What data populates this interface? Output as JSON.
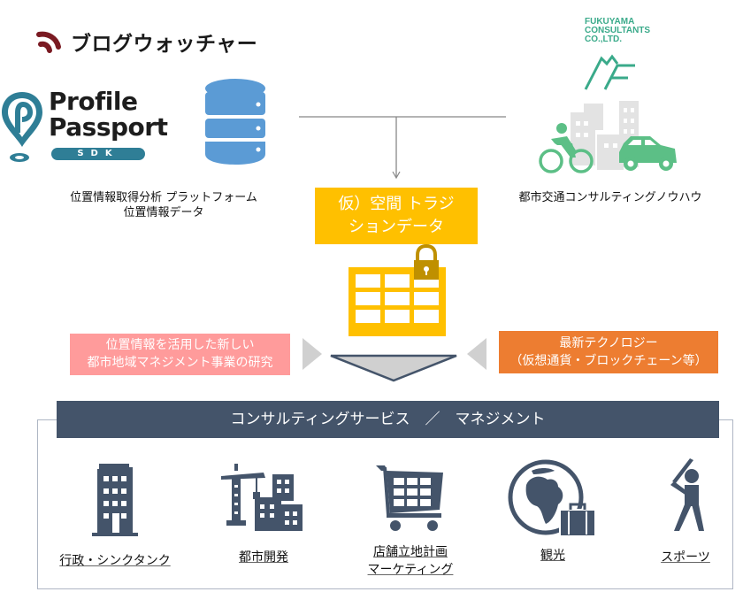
{
  "logos": {
    "blogwatcher": {
      "name": "ブログウォッチャー",
      "icon": "signal-waves-icon",
      "color": "#7a1a22"
    },
    "profile_passport": {
      "line1": "Profile",
      "line2": "Passport",
      "badge": "SDK",
      "icon": "map-pin-icon",
      "color": "#2f7e96"
    },
    "fukuyama": {
      "line1": "FUKUYAMA",
      "line2": "CONSULTANTS",
      "line3": "CO.,LTD.",
      "icon": "mountain-f-icon",
      "color": "#3aaa8a"
    }
  },
  "left_source": {
    "icon": "database-icon",
    "caption_line1": "位置情報取得分析 プラットフォーム",
    "caption_line2": "位置情報データ"
  },
  "right_source": {
    "icon": "city-traffic-icon",
    "caption": "都市交通コンサルティングノウハウ"
  },
  "center": {
    "data_box_line1": "仮）空間 トラジ",
    "data_box_line2": "ションデータ",
    "icon": "locked-table-icon",
    "color": "#ffc000"
  },
  "inputs": {
    "left": {
      "line1": "位置情報を活用した新しい",
      "line2": "都市地域マネジメント事業の研究",
      "color": "#ff9b9b"
    },
    "right": {
      "line1": "最新テクノロジー",
      "line2": "（仮想通貨・ブロックチェーン等）",
      "color": "#ed7d31"
    }
  },
  "services": {
    "header": "コンサルティングサービス　／　マネジメント",
    "header_color": "#44546a",
    "items": [
      {
        "icon": "office-building-icon",
        "label": "行政・シンクタンク"
      },
      {
        "icon": "crane-buildings-icon",
        "label": "都市開発"
      },
      {
        "icon": "shopping-cart-icon",
        "label_line1": "店舗立地計画",
        "label_line2": "マーケティング"
      },
      {
        "icon": "globe-suitcase-icon",
        "label": "観光"
      },
      {
        "icon": "baseball-batter-icon",
        "label": "スポーツ"
      }
    ]
  }
}
